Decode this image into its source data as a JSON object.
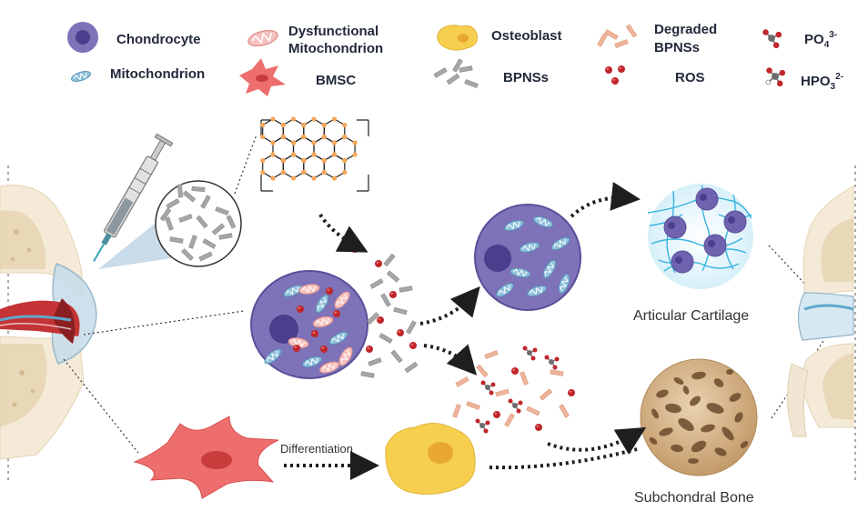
{
  "legend": {
    "chondrocyte": "Chondrocyte",
    "mitochondrion": "Mitochondrion",
    "dysfunctional_line1": "Dysfunctional",
    "dysfunctional_line2": "Mitochondrion",
    "bmsc": "BMSC",
    "osteoblast": "Osteoblast",
    "bpnss": "BPNSs",
    "degraded_line1": "Degraded",
    "degraded_line2": "BPNSs",
    "ros": "ROS",
    "po4": {
      "base": "PO",
      "sub": "4",
      "sup": "3-"
    },
    "hpo3": {
      "base": "HPO",
      "sub": "3",
      "sup": "2-"
    }
  },
  "labels": {
    "differentiation": "Differentiation",
    "articular_cartilage": "Articular Cartilage",
    "subchondral_bone": "Subchondral Bone"
  },
  "colors": {
    "chondrocyte_body": "#7e72b8",
    "chondrocyte_nucleus": "#4a3f8c",
    "mitochondrion": "#8fc1dc",
    "dysfunctional_mito": "#f2b1ae",
    "bmsc": "#ee6e6e",
    "osteoblast": "#f7cf4f",
    "bpnss": "#a6a6a6",
    "degraded_bpnss": "#efb49a",
    "ros": "#c0262a",
    "cartilage_net": "#36b4e0",
    "bone": "#c8a57a"
  }
}
